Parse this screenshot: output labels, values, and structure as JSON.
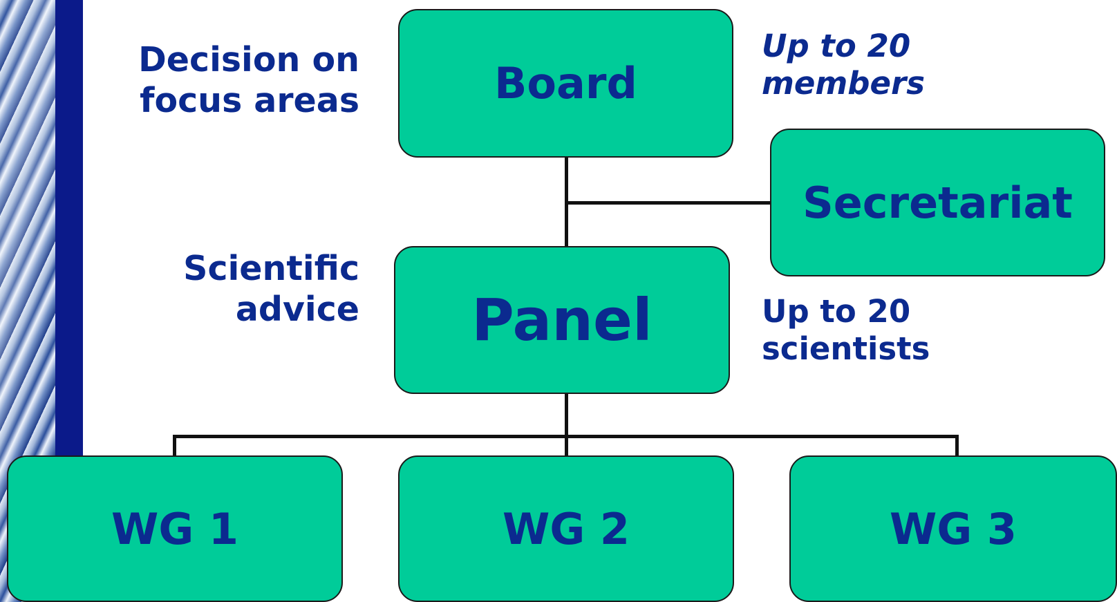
{
  "nodes": {
    "board": "Board",
    "secretariat": "Secretariat",
    "panel": "Panel",
    "wg1": "WG 1",
    "wg2": "WG 2",
    "wg3": "WG 3"
  },
  "annotations": {
    "board_left_line1": "Decision on",
    "board_left_line2": "focus areas",
    "board_right_line1": "Up to 20",
    "board_right_line2": "members",
    "panel_left_line1": "Scientific",
    "panel_left_line2": "advice",
    "panel_right_line1": "Up to 20",
    "panel_right_line2": "scientists"
  },
  "colors": {
    "box_fill": "#00cc99",
    "text": "#0b2a8f",
    "connector": "#111111"
  }
}
